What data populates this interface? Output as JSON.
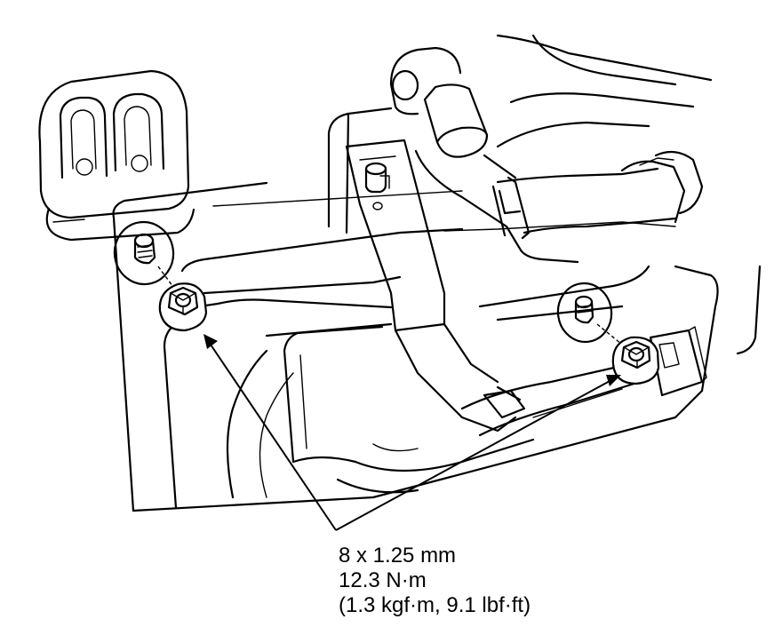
{
  "callout": {
    "size": "8 x 1.25 mm",
    "torque_nm": "12.3 N·m",
    "torque_alt": "(1.3 kgf·m, 9.1 lbf·ft)"
  },
  "colors": {
    "line": "#000000",
    "background": "#ffffff"
  }
}
